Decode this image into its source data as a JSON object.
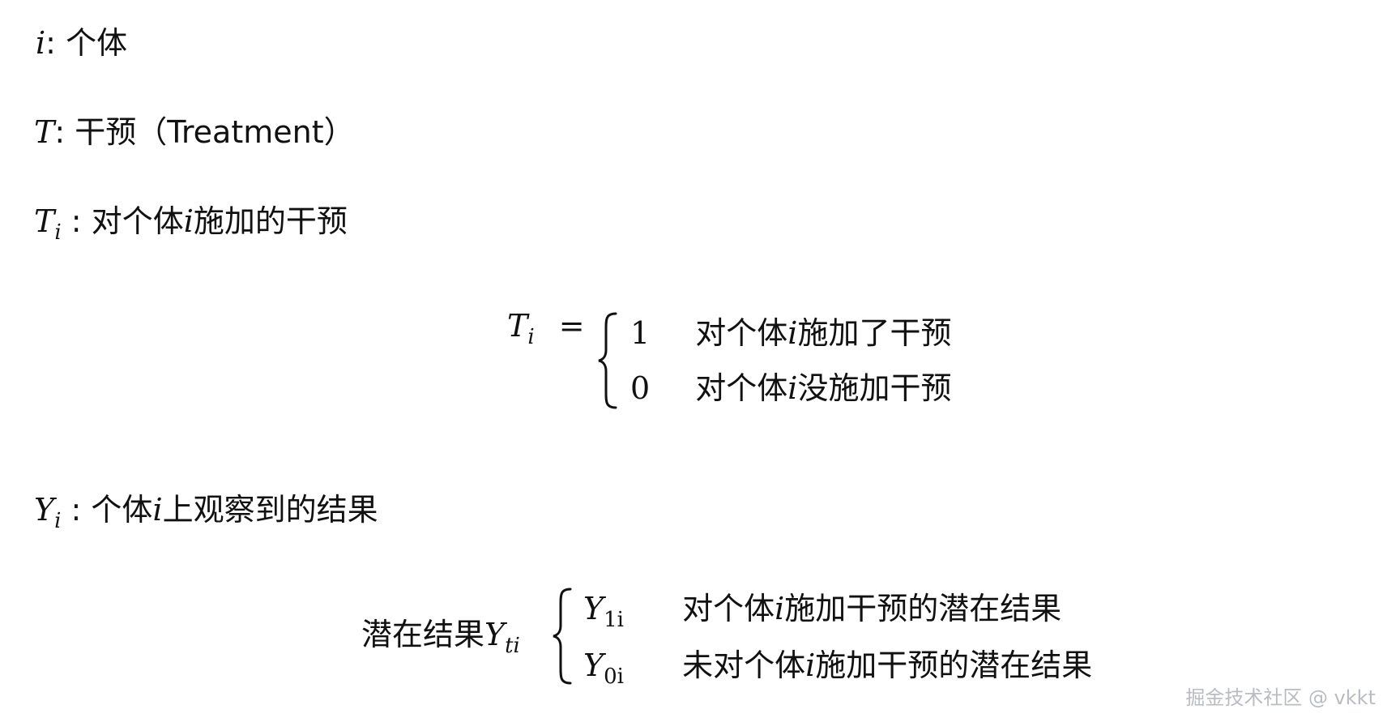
{
  "lines": {
    "i": {
      "sym": "i",
      "sep": ":",
      "text": "个体"
    },
    "T": {
      "sym": "T",
      "sep": ":",
      "text": "干预（Treatment）"
    },
    "Ti": {
      "sym": "T",
      "sub": "i",
      "sep": ":",
      "text": "对个体",
      "var": "i",
      "text2": "施加的干预"
    },
    "Yi": {
      "sym": "Y",
      "sub": "i",
      "sep": ":",
      "text": "个体",
      "var": "i",
      "text2": "上观察到的结果"
    }
  },
  "eq1": {
    "lhs_sym": "T",
    "lhs_sub": "i",
    "eq": "=",
    "cases": [
      {
        "val": "1",
        "pre": "对个体",
        "var": "i",
        "post": "施加了干预"
      },
      {
        "val": "0",
        "pre": "对个体",
        "var": "i",
        "post": "没施加干预"
      }
    ]
  },
  "eq2": {
    "lhs_text": "潜在结果",
    "lhs_sym": "Y",
    "lhs_sub": "ti",
    "cases": [
      {
        "sym": "Y",
        "sub": "1i",
        "pre": "对个体",
        "var": "i",
        "post": "施加干预的潜在结果"
      },
      {
        "sym": "Y",
        "sub": "0i",
        "pre": "未对个体",
        "var": "i",
        "post": "施加干预的潜在结果"
      }
    ]
  },
  "watermark": "掘金技术社区 @ vkkt"
}
